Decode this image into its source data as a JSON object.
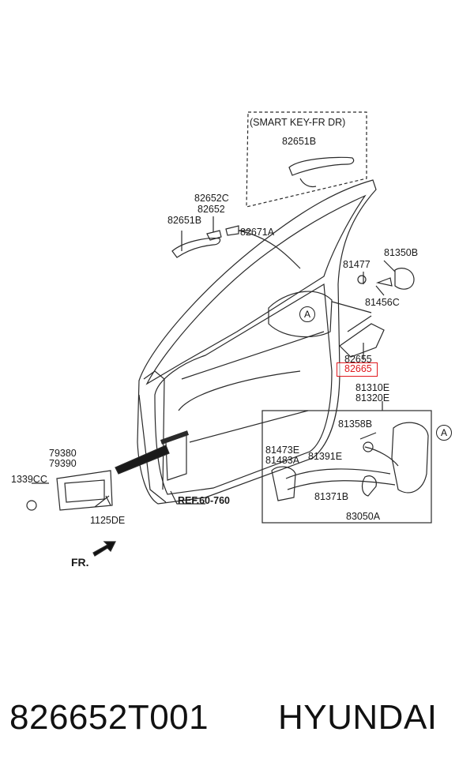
{
  "labels": {
    "smart_key": "(SMART KEY-FR DR)",
    "p82651B_top": "82651B",
    "p82652C": "82652C",
    "p82652": "82652",
    "p82651B": "82651B",
    "p82671A": "82671A",
    "p81477": "81477",
    "p81350B": "81350B",
    "p81456C": "81456C",
    "callout_a": "A",
    "p82655": "82655",
    "p82665": "82665",
    "p81310E": "81310E",
    "p81320E": "81320E",
    "p81358B": "81358B",
    "callout_a2": "A",
    "p79380": "79380",
    "p79390": "79390",
    "p81473E": "81473E",
    "p81483A": "81483A",
    "p81391E": "81391E",
    "p1339CC": "1339CC",
    "p81371B": "81371B",
    "ref": "REF.60-760",
    "p1125DE": "1125DE",
    "p83050A": "83050A",
    "fr": "FR."
  },
  "footer": {
    "part_number": "826652T001",
    "brand": "HYUNDAI"
  },
  "colors": {
    "highlight": "#e0191e",
    "line": "#222222"
  }
}
